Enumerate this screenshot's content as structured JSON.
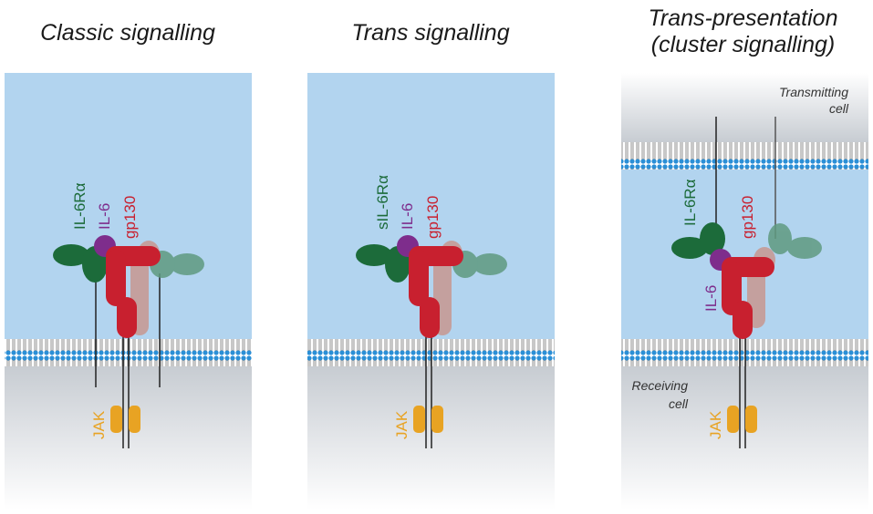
{
  "panels": [
    {
      "title": "Classic signalling",
      "labels": {
        "receptor": "IL-6Rα",
        "ligand": "IL-6",
        "transducer": "gp130",
        "kinase": "JAK"
      }
    },
    {
      "title": "Trans signalling",
      "labels": {
        "receptor": "sIL-6Rα",
        "ligand": "IL-6",
        "transducer": "gp130",
        "kinase": "JAK"
      }
    },
    {
      "title_line1": "Trans-presentation",
      "title_line2": "(cluster signalling)",
      "labels": {
        "receptor": "IL-6Rα",
        "ligand": "IL-6",
        "transducer": "gp130",
        "kinase": "JAK",
        "transmitting_cell": [
          "Transmitting",
          "cell"
        ],
        "receiving_cell": [
          "Receiving",
          "cell"
        ]
      }
    }
  ],
  "colors": {
    "extracellular": "#b2d4ef",
    "intracellular_top": "#c9cdd2",
    "membrane_head": "#2b8fd6",
    "il6ra": "#1c6b3a",
    "il6ra_faded": "#5f9a80",
    "il6": "#7e2d8c",
    "gp130": "#c8202f",
    "gp130_faded": "#c89890",
    "jak": "#e8a323"
  }
}
